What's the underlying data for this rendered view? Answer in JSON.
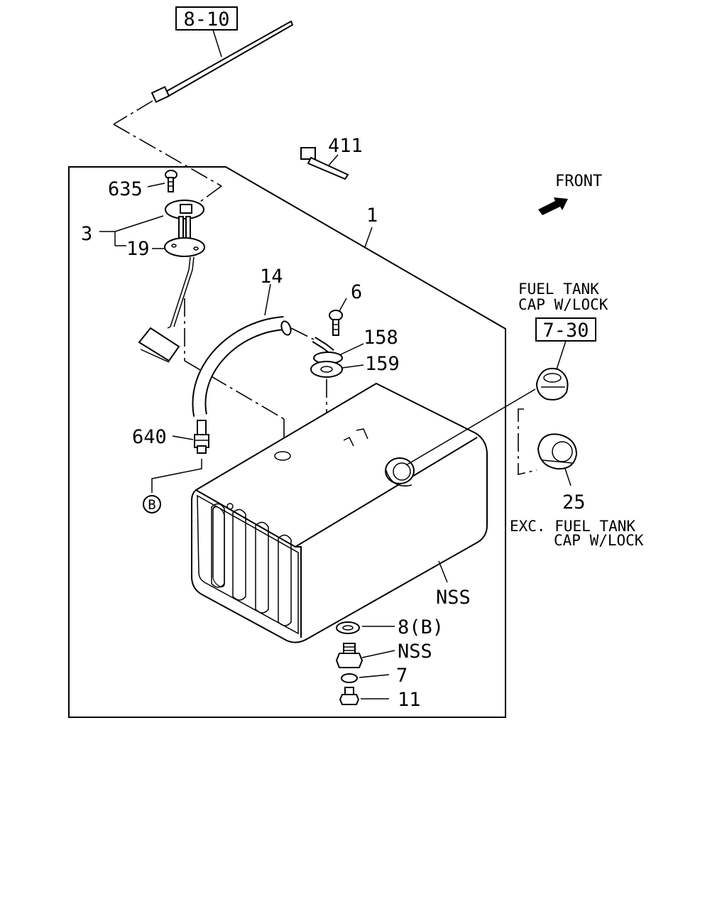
{
  "refs": {
    "harness": "8-10",
    "cap_lock": "7-30"
  },
  "callouts": {
    "tie": "411",
    "screw_top": "635",
    "unit": "3",
    "gasket_unit": "19",
    "tank": "1",
    "hose": "14",
    "screw_vent": "6",
    "vent_a": "158",
    "vent_b": "159",
    "connector": "640",
    "cap_plain": "25",
    "bracket": "NSS",
    "washer": "8(B)",
    "drain_fitting": "NSS",
    "gasket_small": "7",
    "plug": "11",
    "circle_b": "B"
  },
  "direction": {
    "label": "FRONT"
  },
  "notes": {
    "with_lock_line1": "FUEL TANK",
    "with_lock_line2": "CAP W/LOCK",
    "without_lock_line1": "EXC. FUEL TANK",
    "without_lock_line2": "CAP W/LOCK"
  }
}
